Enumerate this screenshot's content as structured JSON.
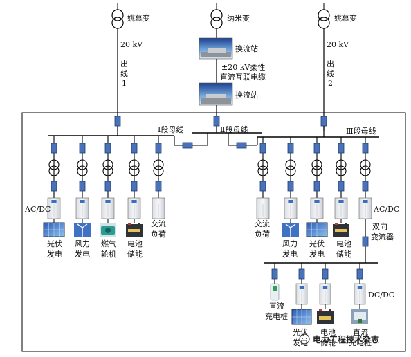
{
  "sources": {
    "left_transformer": "姚慕变",
    "center_transformer": "纳米变",
    "right_transformer": "姚慕变",
    "left_voltage": "20 kV",
    "right_voltage": "20 kV",
    "left_feeder": [
      "出",
      "线",
      "1"
    ],
    "right_feeder": [
      "出",
      "线",
      "2"
    ]
  },
  "dc_link": {
    "station_top": "换流站",
    "station_bottom": "换流站",
    "cable_line1": "±20 kV柔性",
    "cable_line2": "直流互联电缆"
  },
  "buses": {
    "bus1": "Ⅰ段母线",
    "bus2": "Ⅱ段母线",
    "bus3": "Ⅲ段母线"
  },
  "converter_labels": {
    "acdc_left": "AC/DC",
    "acdc_right": "AC/DC",
    "dcdc": "DC/DC",
    "bidirectional": [
      "双向",
      "变流器"
    ]
  },
  "loads_left": [
    [
      "光伏",
      "发电"
    ],
    [
      "风力",
      "发电"
    ],
    [
      "燃气",
      "轮机"
    ],
    [
      "电池",
      "储能"
    ],
    [
      "交流",
      "负荷"
    ]
  ],
  "loads_right": [
    [
      "交流",
      "负荷"
    ],
    [
      "风力",
      "发电"
    ],
    [
      "光伏",
      "发电"
    ],
    [
      "电池",
      "储能"
    ]
  ],
  "dc_loads": {
    "charger": [
      "直流",
      "充电桩"
    ],
    "pv": [
      "光伏",
      "发电"
    ],
    "battery": [
      "电池",
      "储能"
    ],
    "dc_charge": [
      "直流",
      "充电桩"
    ]
  },
  "watermark": "电力工程技术杂志"
}
